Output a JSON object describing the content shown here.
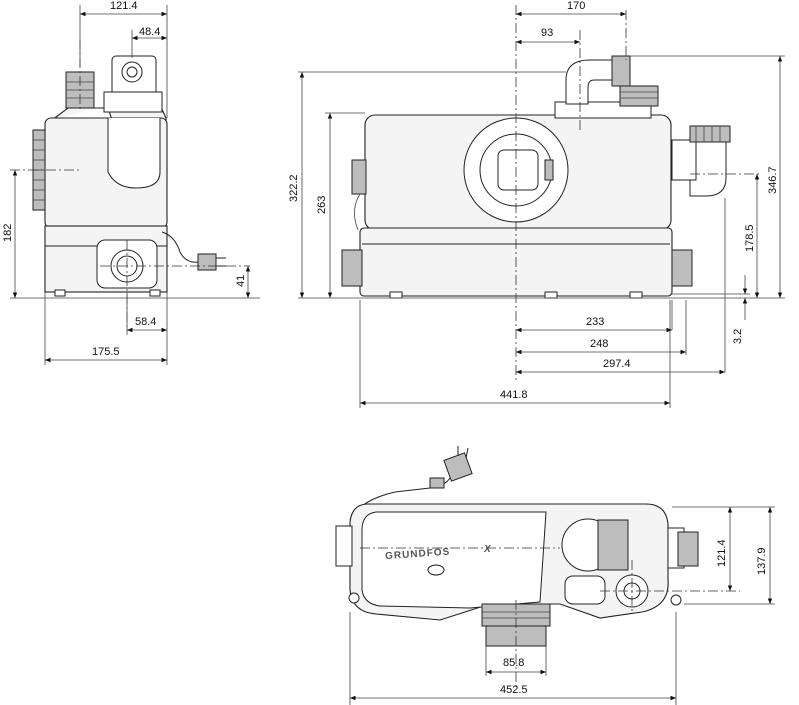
{
  "dimensions": {
    "side_view": {
      "top_width": "121.4",
      "outlet_offset": "48.4",
      "height_inlet": "182",
      "cable_height": "41",
      "inlet_offset": "58.4",
      "overall_depth": "175.5"
    },
    "front_view": {
      "outlet_center": "170",
      "outlet_offset": "93",
      "height_total": "322.2",
      "height_body": "263",
      "height_side_outlet": "346.7",
      "height_side_inlet": "178.5",
      "base_offset": "3.2",
      "width_233": "233",
      "width_248": "248",
      "width_297": "297.4",
      "overall_width": "441.8"
    },
    "top_view": {
      "depth_inlet": "121.4",
      "depth_total": "137.9",
      "outlet_diameter": "85.8",
      "overall_length": "452.5"
    }
  },
  "logo_text": "GRUNDFOS",
  "logo_mark": "X"
}
